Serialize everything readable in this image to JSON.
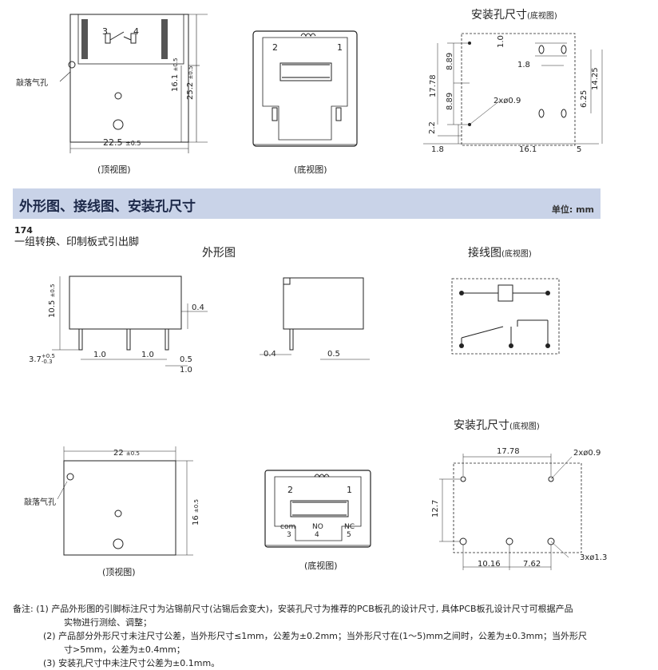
{
  "top_section": {
    "top_view": {
      "caption": "(顶视图)",
      "vent_label": "敲落气孔",
      "pin3": "3",
      "pin4": "4",
      "width_dim": "22.5",
      "width_tol": "±0.5",
      "h1_dim": "16.1",
      "h1_tol": "±0.5",
      "h2_dim": "25.2",
      "h2_tol": "±0.5"
    },
    "bottom_view": {
      "caption": "(底视图)",
      "pin2": "2",
      "pin1": "1"
    },
    "mount": {
      "title": "安装孔尺寸",
      "subtitle": "(底视图)",
      "d_1_0": "1.0",
      "d_1_8a": "1.8",
      "d_8_89a": "8.89",
      "d_8_89b": "8.89",
      "d_17_78": "17.78",
      "d_14_25": "14.25",
      "d_6_25": "6.25",
      "hole": "2xø0.9",
      "d_2_2": "2.2",
      "d_1_8b": "1.8",
      "d_16_1": "16.1",
      "d_5": "5"
    }
  },
  "banner": {
    "title": "外形图、接线图、安装孔尺寸",
    "unit": "单位: mm"
  },
  "page_number": "174",
  "section_subtitle": "一组转换、印制板式引出脚",
  "outline": {
    "title": "外形图",
    "front": {
      "h_dim": "10.5",
      "h_tol": "±0.5",
      "lead_dim": "3.7",
      "lead_tol_plus": "+0.5",
      "lead_tol_minus": "-0.3",
      "p1": "1.0",
      "p2": "1.0",
      "w1": "0.5",
      "w2": "1.0",
      "t1": "0.4"
    },
    "side": {
      "t": "0.4",
      "w": "0.5"
    }
  },
  "wiring": {
    "title": "接线图",
    "subtitle": "(底视图)"
  },
  "lower_top_view": {
    "caption": "(顶视图)",
    "vent_label": "敲落气孔",
    "width_dim": "22",
    "width_tol": "±0.5",
    "h_dim": "16",
    "h_tol": "±0.5"
  },
  "lower_bottom_view": {
    "caption": "(底视图)",
    "pin2": "2",
    "pin1": "1",
    "com": "com",
    "no": "NO",
    "nc": "NC",
    "n3": "3",
    "n4": "4",
    "n5": "5"
  },
  "lower_mount": {
    "title": "安装孔尺寸",
    "subtitle": "(底视图)",
    "d_17_78": "17.78",
    "hole2": "2xø0.9",
    "d_12_7": "12.7",
    "d_10_16": "10.16",
    "d_7_62": "7.62",
    "hole3": "3xø1.3"
  },
  "notes": {
    "label": "备注:",
    "n1_num": "(1)",
    "n1_a": "产品外形图的引脚标注尺寸为沾锡前尺寸(沾锡后会变大)，安装孔尺寸为推荐的PCB板孔的设计尺寸, 具体PCB板孔设计尺寸可根据产品",
    "n1_b": "实物进行测绘、调整；",
    "n2_num": "(2)",
    "n2_a": "产品部分外形尺寸未注尺寸公差，当外形尺寸≤1mm，公差为±0.2mm；当外形尺寸在(1～5)mm之间时，公差为±0.3mm；当外形尺",
    "n2_b": "寸>5mm，公差为±0.4mm；",
    "n3_num": "(3)",
    "n3_a": "安装孔尺寸中未注尺寸公差为±0.1mm。"
  }
}
